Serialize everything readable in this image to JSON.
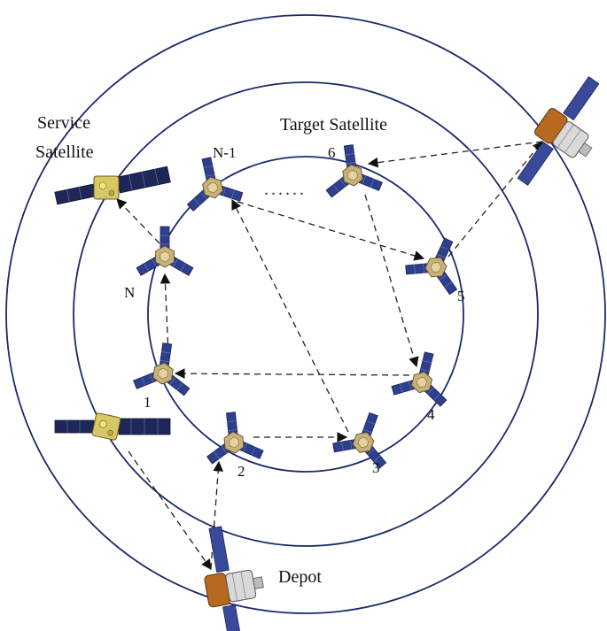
{
  "labels": {
    "service_satellite_line1": "Service",
    "service_satellite_line2": "Satellite",
    "target_satellite": "Target Satellite",
    "depot": "Depot",
    "ellipsis": "......"
  },
  "targets": [
    {
      "id": "1",
      "label": "1"
    },
    {
      "id": "2",
      "label": "2"
    },
    {
      "id": "3",
      "label": "3"
    },
    {
      "id": "4",
      "label": "4"
    },
    {
      "id": "5",
      "label": "5"
    },
    {
      "id": "6",
      "label": "6"
    },
    {
      "id": "N-1",
      "label": "N-1"
    },
    {
      "id": "N",
      "label": "N"
    }
  ],
  "colors": {
    "orbit": "#1b2a6b",
    "solar_panel": "#2e3f8c",
    "target_body": "#c9b27a",
    "service_body": "#d8c766",
    "depot_body": "#b7691f"
  }
}
